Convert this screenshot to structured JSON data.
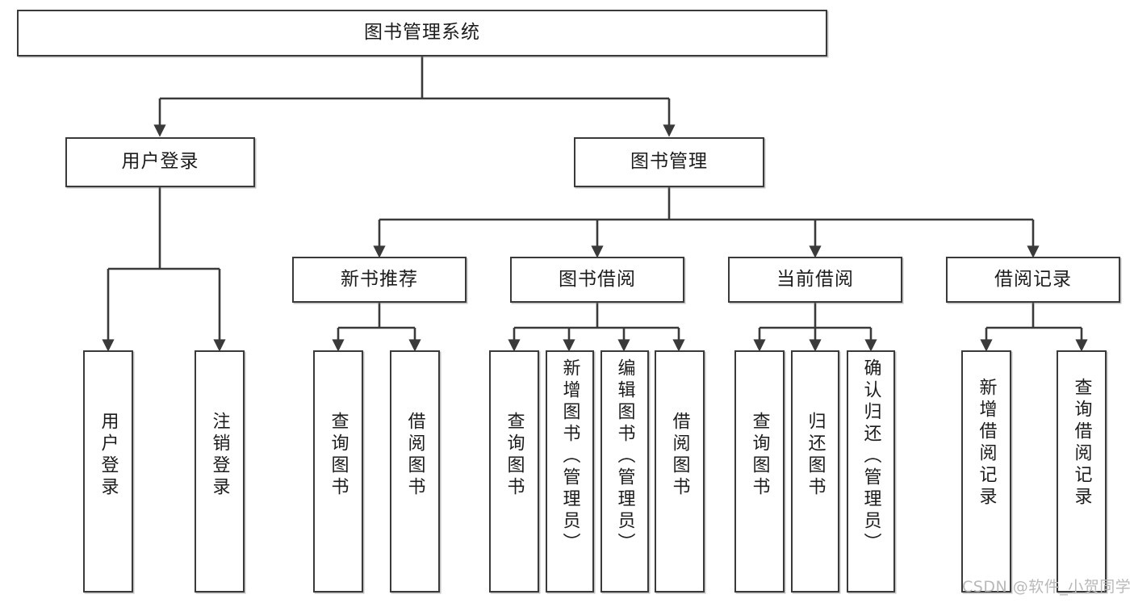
{
  "diagram": {
    "type": "tree-hierarchy-chart",
    "title": "图书管理系统",
    "watermark": "CSDN @软件_小贺同学",
    "theme": {
      "stroke": "#3a3a3a",
      "fill": "#ffffff",
      "text": "#1c1c1c",
      "watermark": "#b9b9b9"
    },
    "levels": {
      "root": {
        "label": "图书管理系统"
      },
      "level2": [
        {
          "id": "user-login",
          "label": "用户登录"
        },
        {
          "id": "book-management",
          "label": "图书管理"
        }
      ],
      "level3": [
        {
          "id": "new-book-recommend",
          "label": "新书推荐",
          "parent": "book-management"
        },
        {
          "id": "book-borrow",
          "label": "图书借阅",
          "parent": "book-management"
        },
        {
          "id": "current-borrow",
          "label": "当前借阅",
          "parent": "book-management"
        },
        {
          "id": "borrow-record",
          "label": "借阅记录",
          "parent": "book-management"
        }
      ],
      "leaves": [
        {
          "id": "leaf-user-login",
          "label": "用户登录",
          "parent": "user-login"
        },
        {
          "id": "leaf-user-logout",
          "label": "注销登录",
          "parent": "user-login"
        },
        {
          "id": "leaf-query-book-1",
          "label": "查询图书",
          "parent": "new-book-recommend"
        },
        {
          "id": "leaf-borrow-book-1",
          "label": "借阅图书",
          "parent": "new-book-recommend"
        },
        {
          "id": "leaf-query-book-2",
          "label": "查询图书",
          "parent": "book-borrow"
        },
        {
          "id": "leaf-add-book",
          "label": "新增图书（管理员）",
          "parent": "book-borrow"
        },
        {
          "id": "leaf-edit-book",
          "label": "编辑图书（管理员）",
          "parent": "book-borrow"
        },
        {
          "id": "leaf-borrow-book-2",
          "label": "借阅图书",
          "parent": "book-borrow"
        },
        {
          "id": "leaf-query-book-3",
          "label": "查询图书",
          "parent": "current-borrow"
        },
        {
          "id": "leaf-return-book",
          "label": "归还图书",
          "parent": "current-borrow"
        },
        {
          "id": "leaf-confirm-return",
          "label": "确认归还（管理员）",
          "parent": "current-borrow"
        },
        {
          "id": "leaf-add-record",
          "label": "新增借阅记录",
          "parent": "borrow-record"
        },
        {
          "id": "leaf-query-record",
          "label": "查询借阅记录",
          "parent": "borrow-record"
        }
      ]
    }
  }
}
